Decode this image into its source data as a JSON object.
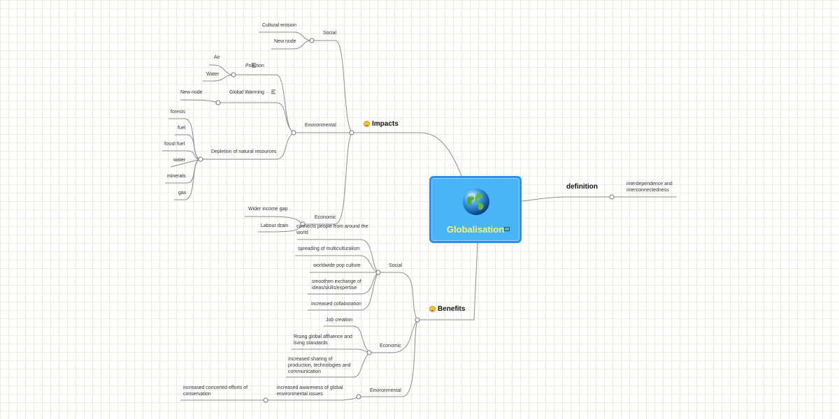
{
  "central": {
    "title": "Globalisation"
  },
  "definition": {
    "label": "definition",
    "text": "interdependence and interconnectedness"
  },
  "impacts": {
    "label": "Impacts",
    "social": {
      "label": "Social",
      "items": [
        "Cultural erosion",
        "New node"
      ]
    },
    "environmental": {
      "label": "Environmental",
      "pollution": {
        "label": "Pollution",
        "items": [
          "Air",
          "Water"
        ]
      },
      "global_warming": {
        "label": "Global Warming",
        "items": [
          "New node"
        ]
      },
      "depletion": {
        "label": "Depletion of natural resources",
        "items": [
          "forests",
          "fuel",
          "fossil fuel",
          "water",
          "minerals",
          "gas"
        ]
      }
    },
    "economic": {
      "label": "Economic",
      "items": [
        "Wider income gap",
        "Labour drain"
      ]
    }
  },
  "benefits": {
    "label": "Benefits",
    "social": {
      "label": "Social",
      "items": [
        "connects people from around the world",
        "spreading of multiculturalism",
        "worldwide pop culture",
        "smoothen exchange of ideas/skills/expertise",
        "increased collaboration"
      ]
    },
    "economic": {
      "label": "Economic",
      "items": [
        "Job creation",
        "Rising global affluence and living standards",
        "Increased sharing of production, technologies and communication"
      ]
    },
    "environmental": {
      "label": "Environmental",
      "items": [
        "increased awareness of global environmental issues"
      ],
      "sub": "increased concerted efforts of conservation"
    }
  },
  "colors": {
    "connector": "#8a8a8a",
    "central_fill": "#49b4f6",
    "central_border": "#2f8fe8",
    "central_text": "#fff36a"
  }
}
